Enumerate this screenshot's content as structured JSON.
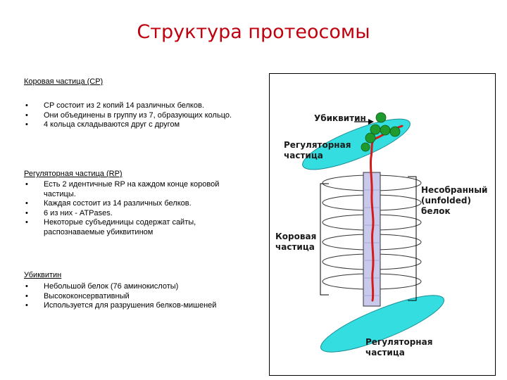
{
  "title": "Структура протеосомы",
  "core": {
    "heading": "Коровая частица (CP)",
    "items": [
      "CP состоит из 2 копий 14 различных белков.",
      "Они объединены в группу из 7, образующих кольцо.",
      "4 кольца складываются друг с другом"
    ]
  },
  "regulatory": {
    "heading": "Регуляторная частица (RP)",
    "items": [
      "Есть 2 идентичные RP на каждом конце коровой частицы.",
      "Каждая состоит из 14 различных белков.",
      "6 из них - ATPases.",
      "Некоторые субъединицы содержат сайты, распознаваемые убиквитином"
    ]
  },
  "ubiquitin": {
    "heading": "Убиквитин",
    "items": [
      "Небольшой белок (76 аминокислоты)",
      "Высококонсервативный",
      "Используется для разрушения белков-мишеней"
    ]
  },
  "figure": {
    "ubiquitin_label": "Убиквитин",
    "regulatory_top_1": "Регуляторная",
    "regulatory_top_2": "частица",
    "unfolded_1": "Несобранный",
    "unfolded_2": "(unfolded)",
    "unfolded_3": "белок",
    "core_1": "Коровая",
    "core_2": "частица",
    "regulatory_bottom_1": "Регуляторная",
    "regulatory_bottom_2": "частица"
  },
  "colors": {
    "title": "#c0000e",
    "cap": "#33dde0",
    "channel": "#c9c9ec",
    "protein": "#d51a1a",
    "ubiquitin": "#1f9a2c"
  }
}
